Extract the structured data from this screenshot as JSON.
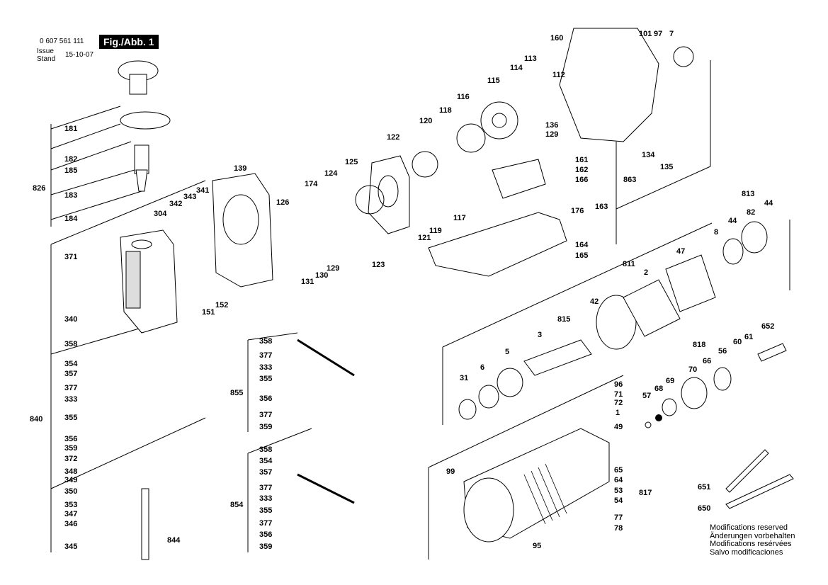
{
  "header": {
    "part_number": "0 607 561 111",
    "figure_label": "Fig./Abb. 1",
    "issue_label": "Issue",
    "stand_label": "Stand",
    "date": "15-10-07"
  },
  "notes": {
    "line1": "Modifications reserved",
    "line2": "Änderungen vorbehalten",
    "line3": "Modifications resérvées",
    "line4": "Salvo modificaciones"
  },
  "part_numbers": [
    "160",
    "101",
    "97",
    "7",
    "113",
    "114",
    "112",
    "115",
    "116",
    "118",
    "120",
    "122",
    "136",
    "129",
    "134",
    "135",
    "161",
    "162",
    "166",
    "863",
    "176",
    "163",
    "164",
    "165",
    "125",
    "126",
    "124",
    "174",
    "139",
    "304",
    "342",
    "343",
    "341",
    "131",
    "130",
    "129",
    "123",
    "121",
    "119",
    "117",
    "151",
    "152",
    "181",
    "182",
    "185",
    "826",
    "183",
    "184",
    "371",
    "340",
    "358",
    "354",
    "357",
    "377",
    "333",
    "840",
    "355",
    "356",
    "359",
    "372",
    "348",
    "349",
    "350",
    "353",
    "347",
    "346",
    "345",
    "844",
    "855",
    "854",
    "813",
    "44",
    "82",
    "8",
    "47",
    "811",
    "2",
    "42",
    "815",
    "3",
    "5",
    "6",
    "31",
    "652",
    "818",
    "60",
    "61",
    "56",
    "66",
    "70",
    "69",
    "68",
    "57",
    "96",
    "71",
    "72",
    "1",
    "49",
    "99",
    "65",
    "64",
    "53",
    "54",
    "817",
    "95",
    "77",
    "78",
    "651",
    "650"
  ]
}
